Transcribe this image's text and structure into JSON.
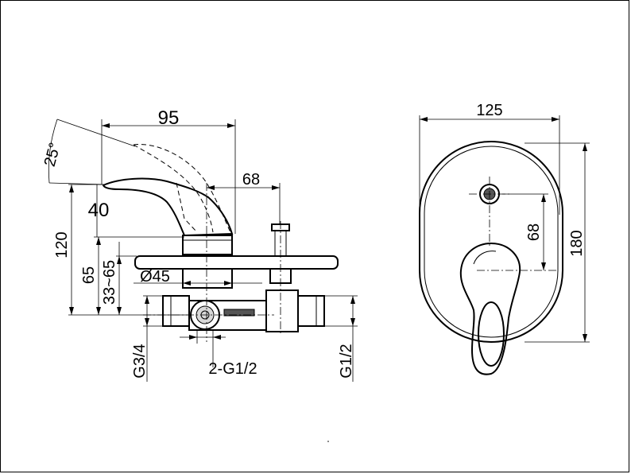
{
  "drawing": {
    "dimensions": {
      "spout_length": "95",
      "handle_angle": "25°",
      "handle_height": "40",
      "handle_offset": "68",
      "total_height": "120",
      "center_height": "65",
      "wall_range": "33~65",
      "diameter": "Ø45",
      "inlet_thread": "G3/4",
      "outlet_thread": "2-G1/2",
      "side_thread": "G1/2",
      "plate_width": "125",
      "plate_height": "180",
      "plate_offset": "68"
    }
  }
}
